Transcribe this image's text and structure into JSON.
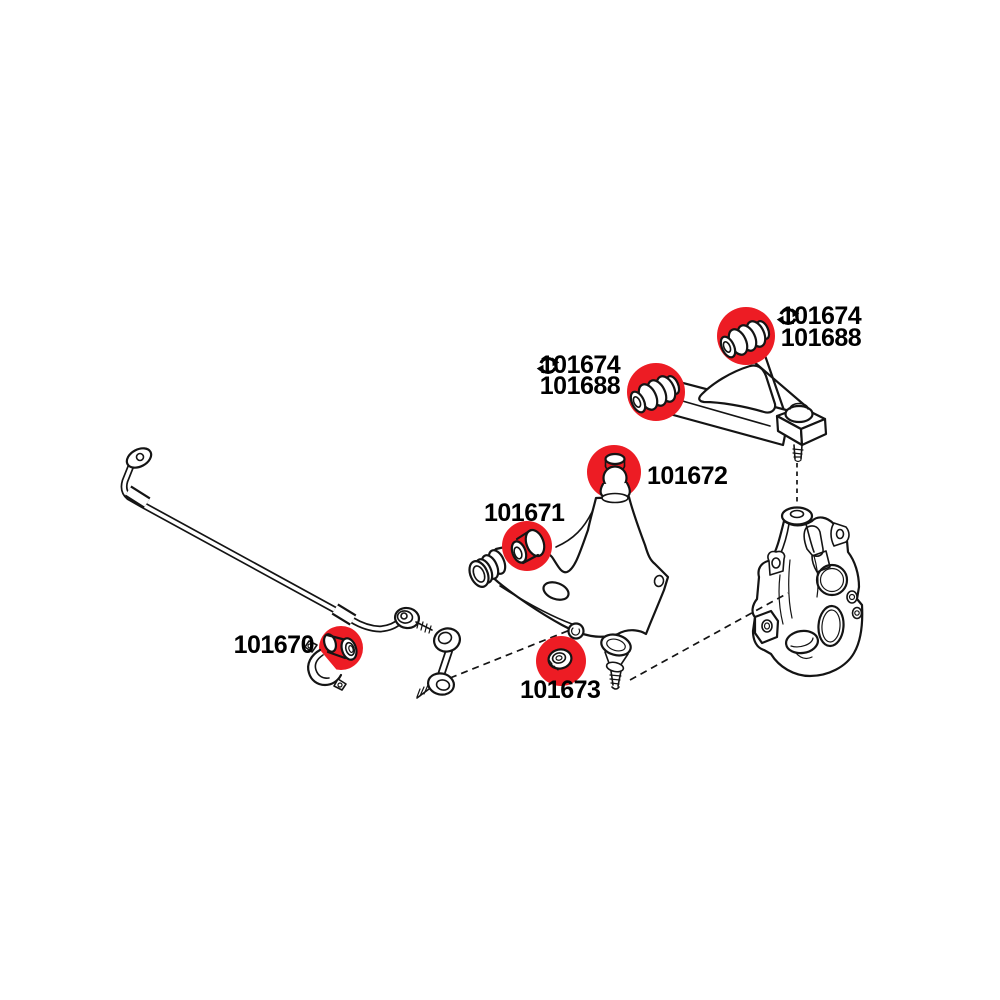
{
  "diagram": {
    "type": "front-suspension-parts-diagram",
    "parts": {
      "sway_bar_bushing": "101670",
      "lower_arm_front_bushing": "101671",
      "lower_arm_ball_joint": "101672",
      "lower_arm_nut": "101673",
      "upper_arm_bushing": "101674",
      "upper_arm_bushing_alt": "101688"
    },
    "colors": {
      "highlight": "#ed1c24",
      "line": "#141414",
      "background": "#ffffff"
    },
    "icons": {
      "swap_arrows": "two-curved-arrows-cycle"
    }
  }
}
